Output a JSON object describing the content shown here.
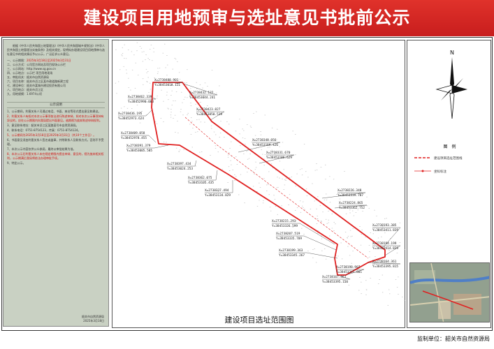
{
  "title": "建设项目用地预审与选址意见书批前公示",
  "left_panel": {
    "intro": "　　根据《中华人民共和国土地管理法》《中华人民共和国城乡规划法》《中华人民共和国土地管理法实施条例》及相关规定，现将拟办理建设项目用地预审与选址意见书的相关情况予以公示，广泛征求公众意见。",
    "items": [
      {
        "label": "一、公示期限：",
        "value": "2025年3月18日至2025年3月31日",
        "red": true
      },
      {
        "label": "二、公示方式：",
        "value": "公司官方网站及项目现场公示栏",
        "red": false
      },
      {
        "label": "三、公示网站：",
        "value": "http://www.sg.gov.cn",
        "red": false
      },
      {
        "label": "四、公示地点：",
        "value": "公示栏 项目用地现场",
        "red": false
      },
      {
        "label": "五、审批机关：",
        "value": "韶关市自然资源局",
        "red": false
      },
      {
        "label": "六、项目名称：",
        "value": "韶关市浈江区某市政道路新建工程",
        "red": false
      },
      {
        "label": "七、建设单位：",
        "value": "韶关市某城市建设投资有限公司",
        "red": false
      },
      {
        "label": "八、项目地点：",
        "value": "韶关市浈江区",
        "red": false
      },
      {
        "label": "九、用地规模：",
        "value": "1.6974公顷",
        "red": false
      }
    ],
    "notice_title": "公示说明",
    "notice_items": [
      {
        "text": "1、公示期间，利害关系人可通过电话、书面、来访等形式提出意见和建议。",
        "red": false
      },
      {
        "text": "2、利害关系人有权对本次公示事项依法进行陈述申辩，如对本次公示事项持有异议的，应在公示期限内向我局提出书面意见。逾期视为放弃陈述申辩权利。",
        "red": true
      },
      {
        "text": "3、意见联系地址：韶关市浈江区某路某号市自然资源局。",
        "red": false
      },
      {
        "text": "4、联系电话：0751-8754123，传真：0751-8754124。",
        "red": false
      },
      {
        "text": "5、公示期间为2025年3月18日至2025年3月31日（共10个工作日）。",
        "red": true
      },
      {
        "text": "6、书面意见须由利害关系人签名或盖章，并附联系人及联系方式，否则不予受理。",
        "red": false
      },
      {
        "text": "7、本次公示内容仅供公众参阅，最终以审批结果为准。",
        "red": false
      },
      {
        "text": "8、本次公示后利害关系人未在规定期限内提出申辩、意见的，视为放弃相关权利，公示期满后我局将依法办理审批手续。",
        "red": true
      },
      {
        "text": "9、特此公示。",
        "red": false
      }
    ],
    "footer_org": "韶关市自然资源局",
    "footer_date": "2025年3月18日"
  },
  "map": {
    "caption": "建设项目选址范围图",
    "coords": [
      "X=2738488.901",
      "Y=38453018.111",
      "X=2738462.339",
      "Y=38452990.083",
      "X=2738432.122",
      "Y=38453044.241",
      "X=2738436.195",
      "Y=38452973.624",
      "X=2738423.827",
      "Y=38453050.519",
      "X=2738409.058",
      "Y=38452978.455",
      "X=2738391.379",
      "Y=38453005.585",
      "X=2738348.056",
      "Y=38453169.426",
      "X=2738331.670",
      "Y=38453186.629",
      "X=2738397.434",
      "Y=38453024.253",
      "X=2738362.075",
      "Y=38453105.435",
      "X=2738337.494",
      "Y=38453134.829",
      "X=2738226.348",
      "Y=38453339.787",
      "X=2738224.865",
      "Y=38453362.752",
      "X=2738215.293",
      "Y=38453326.599",
      "X=2738193.385",
      "Y=38453411.839",
      "X=2738207.519",
      "Y=38453335.709",
      "X=2738194.199",
      "Y=38453414.829",
      "X=2738199.363",
      "Y=38453345.267",
      "X=2738164.361",
      "Y=38453395.815",
      "X=2738198.907",
      "Y=38453345.801",
      "X=2738167.461",
      "Y=38453395.150"
    ]
  },
  "legend": {
    "north_label": "N",
    "title": "图　例",
    "items": [
      {
        "label": "建设项目选址范围线",
        "color": "#e02020"
      },
      {
        "label": "坐标标注",
        "color": "#e02020"
      }
    ]
  },
  "footer": {
    "text": "监制单位：韶关市自然资源局"
  }
}
